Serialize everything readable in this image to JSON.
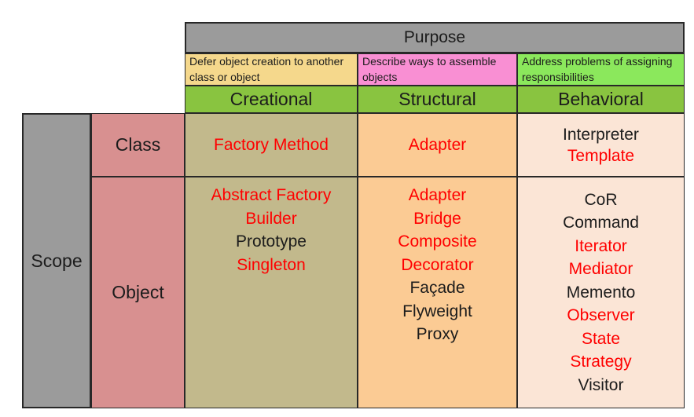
{
  "colors": {
    "border": "#282828",
    "gray": "#9B9B9B",
    "yellow_desc": "#F5D88C",
    "pink_desc": "#F98FD3",
    "green_desc": "#8BE85C",
    "green_header": "#89C440",
    "salmon": "#D89090",
    "khaki": "#C2B98C",
    "peach": "#FBCB94",
    "cream": "#FBE5D6",
    "red_text": "#FF0000",
    "black_text": "#1C1C1C"
  },
  "table": {
    "purpose_label": "Purpose",
    "scope_label": "Scope",
    "columns": [
      {
        "label": "Creational",
        "description": "Defer object creation to another class or object"
      },
      {
        "label": "Structural",
        "description": "Describe ways to assemble objects"
      },
      {
        "label": "Behavioral",
        "description": "Address problems of assigning responsibilities"
      }
    ],
    "rows": [
      {
        "label": "Class"
      },
      {
        "label": "Object"
      }
    ],
    "cells": {
      "creational_class": [
        {
          "text": "Factory Method",
          "color": "red"
        }
      ],
      "structural_class": [
        {
          "text": "Adapter",
          "color": "red"
        }
      ],
      "behavioral_class": [
        {
          "text": "Interpreter",
          "color": "black"
        },
        {
          "text": "Template",
          "color": "red"
        }
      ],
      "creational_object": [
        {
          "text": "Abstract Factory",
          "color": "red"
        },
        {
          "text": "Builder",
          "color": "red"
        },
        {
          "text": "Prototype",
          "color": "black"
        },
        {
          "text": "Singleton",
          "color": "red"
        }
      ],
      "structural_object": [
        {
          "text": "Adapter",
          "color": "red"
        },
        {
          "text": "Bridge",
          "color": "red"
        },
        {
          "text": "Composite",
          "color": "red"
        },
        {
          "text": "Decorator",
          "color": "red"
        },
        {
          "text": "Façade",
          "color": "black"
        },
        {
          "text": "Flyweight",
          "color": "black"
        },
        {
          "text": "Proxy",
          "color": "black"
        }
      ],
      "behavioral_object": [
        {
          "text": "CoR",
          "color": "black"
        },
        {
          "text": "Command",
          "color": "black"
        },
        {
          "text": "Iterator",
          "color": "red"
        },
        {
          "text": "Mediator",
          "color": "red"
        },
        {
          "text": "Memento",
          "color": "black"
        },
        {
          "text": "Observer",
          "color": "red"
        },
        {
          "text": "State",
          "color": "red"
        },
        {
          "text": "Strategy",
          "color": "red"
        },
        {
          "text": "Visitor",
          "color": "black"
        }
      ]
    }
  }
}
